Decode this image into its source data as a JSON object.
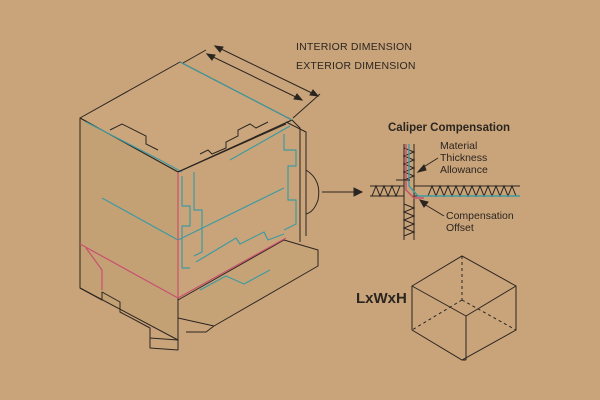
{
  "labels": {
    "interior_dimension": "INTERIOR DIMENSION",
    "exterior_dimension": "EXTERIOR DIMENSION",
    "caliper_compensation": "Caliper Compensation",
    "material_thickness_line1": "Material",
    "material_thickness_line2": "Thickness",
    "material_thickness_line3": "Allowance",
    "compensation_offset_line1": "Compensation",
    "compensation_offset_line2": "Offset",
    "box_dimensions": "LxWxH"
  },
  "colors": {
    "background": "#c9a47a",
    "ink": "#2b2520",
    "teal": "#3f9aa0",
    "magenta": "#c8506e"
  }
}
